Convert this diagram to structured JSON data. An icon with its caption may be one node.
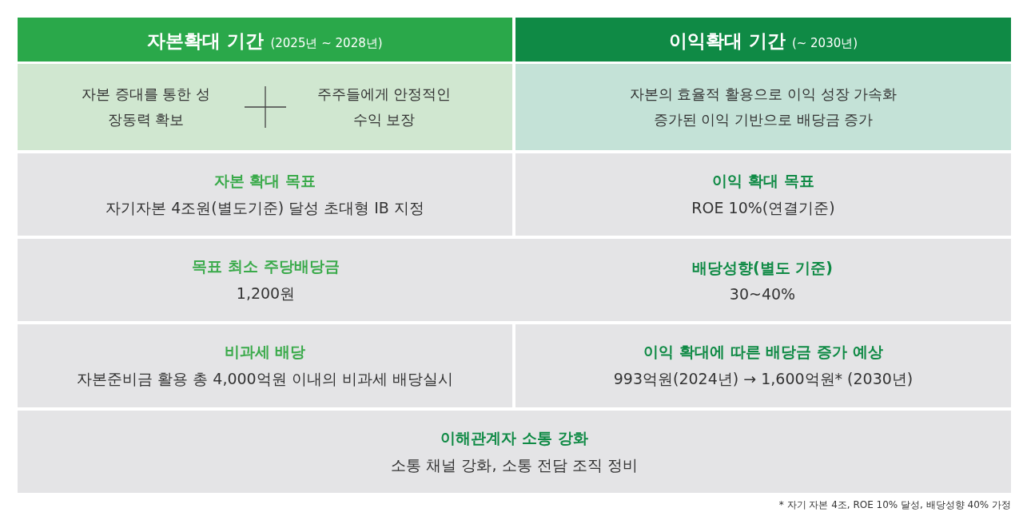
{
  "diagram": {
    "nodes": [
      {
        "text": [
          "자본확대 기간",
          "(2025년 ~ 2028년)"
        ]
      },
      {
        "text": [
          "이익확대 기간",
          "(~ 2030년)"
        ]
      },
      {
        "text": [
          "자본 증대를 통한 성장동력 확보",
          "주주들에게 안정적인 수익 보장"
        ]
      },
      {
        "text": [
          "자본의 효율적 활용으로 이익 성장 가속화",
          "증가된 이익 기반으로 배당금 증가"
        ]
      },
      {
        "text": [
          "자본 확대 목표",
          "자기자본 4조원(별도기준) 달성 초대형 IB 지정"
        ]
      },
      {
        "text": [
          "이익 확대 목표",
          "ROE 10%(연결기준)"
        ]
      },
      {
        "text": [
          "목표 최소 주당배당금",
          "1,200원"
        ]
      },
      {
        "text": [
          "배당성향(별도 기준)",
          "30~40%"
        ]
      },
      {
        "text": [
          "비과세 배당",
          "자본준비금 활용 총 4,000억원 이내의 비과세 배당실시"
        ]
      },
      {
        "text": [
          "이익 확대에 따른 배당금 증가 예상",
          "993억원(2024년) → 1,600억원* (2030년)"
        ]
      },
      {
        "text": [
          "이해관계자 소통 강화",
          "소통 채널 강화, 소통 전담 조직 정비"
        ]
      }
    ],
    "labels": [
      "* 자기 자본 4조, ROE 10% 달성, 배당성향 40% 가정"
    ]
  }
}
